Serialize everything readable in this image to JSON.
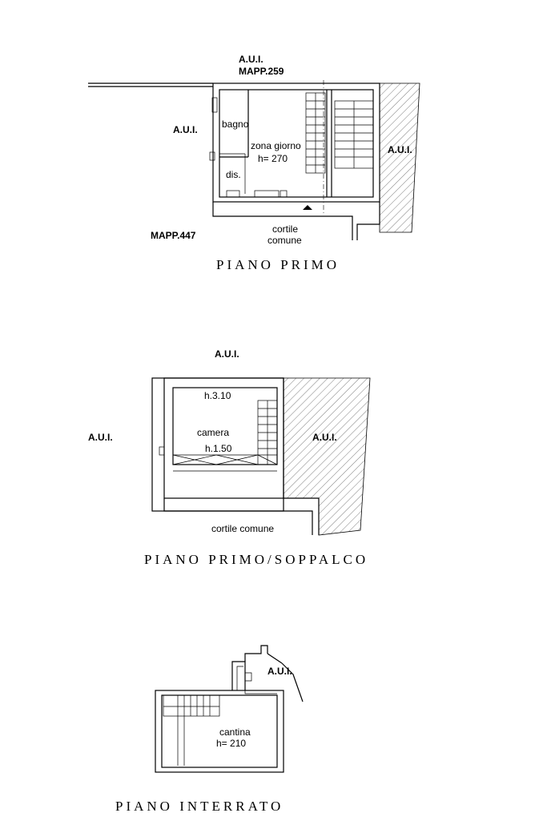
{
  "piano_primo": {
    "aui_top": "A.U.I.",
    "mapp_top": "MAPP.259",
    "aui_left": "A.U.I.",
    "aui_right": "A.U.I.",
    "bagno": "bagno",
    "zona_giorno": "zona giorno",
    "height": "h= 270",
    "dis": "dis.",
    "mapp_bottom": "MAPP.447",
    "cortile_line1": "cortile",
    "cortile_line2": "comune",
    "title": "PIANO PRIMO"
  },
  "piano_soppalco": {
    "aui_top": "A.U.I.",
    "aui_left": "A.U.I.",
    "aui_right": "A.U.I.",
    "h_top": "h.3.10",
    "camera": "camera",
    "h_low": "h.1.50",
    "cortile": "cortile comune",
    "title": "PIANO PRIMO/SOPPALCO"
  },
  "piano_interrato": {
    "aui": "A.U.I.",
    "cantina": "cantina",
    "height": "h= 210",
    "title": "PIANO INTERRATO"
  }
}
